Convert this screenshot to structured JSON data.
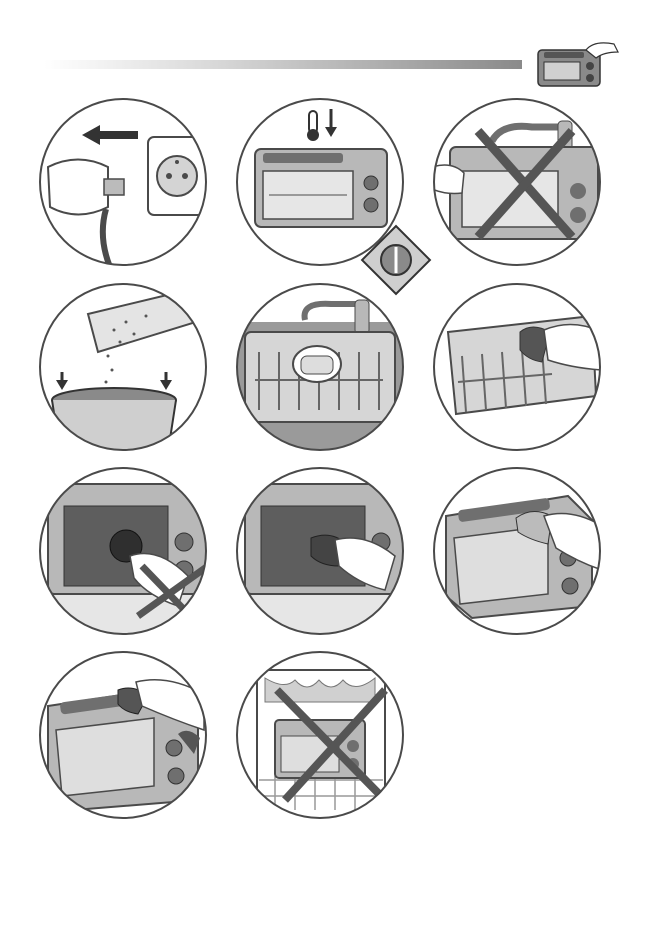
{
  "colors": {
    "line": "#4a4a4a",
    "appliance": "#b8b8b8",
    "appliance_dark": "#6f6f6f",
    "water": "#9a9a9a",
    "skin": "#ffffff",
    "cross": "#555555"
  },
  "header": {
    "icon": "toaster-oven-cleaning-icon"
  },
  "steps": [
    {
      "id": 1,
      "icon": "unplug-icon",
      "prohibited": false
    },
    {
      "id": 2,
      "icon": "let-cool-icon",
      "prohibited": false
    },
    {
      "id": 3,
      "icon": "no-water-icon",
      "prohibited": true
    },
    {
      "id": 4,
      "icon": "empty-crumb-tray-icon",
      "prohibited": false
    },
    {
      "id": 5,
      "icon": "wash-rack-icon",
      "prohibited": false
    },
    {
      "id": 6,
      "icon": "dry-rack-icon",
      "prohibited": false
    },
    {
      "id": 7,
      "icon": "no-abrasive-interior-icon",
      "prohibited": true
    },
    {
      "id": 8,
      "icon": "wipe-interior-icon",
      "prohibited": false
    },
    {
      "id": 9,
      "icon": "wipe-exterior-icon",
      "prohibited": false
    },
    {
      "id": 10,
      "icon": "wipe-toaster-slots-icon",
      "prohibited": false
    },
    {
      "id": 11,
      "icon": "no-dishwasher-icon",
      "prohibited": true
    }
  ],
  "badge": {
    "icon": "dial-off-icon"
  }
}
